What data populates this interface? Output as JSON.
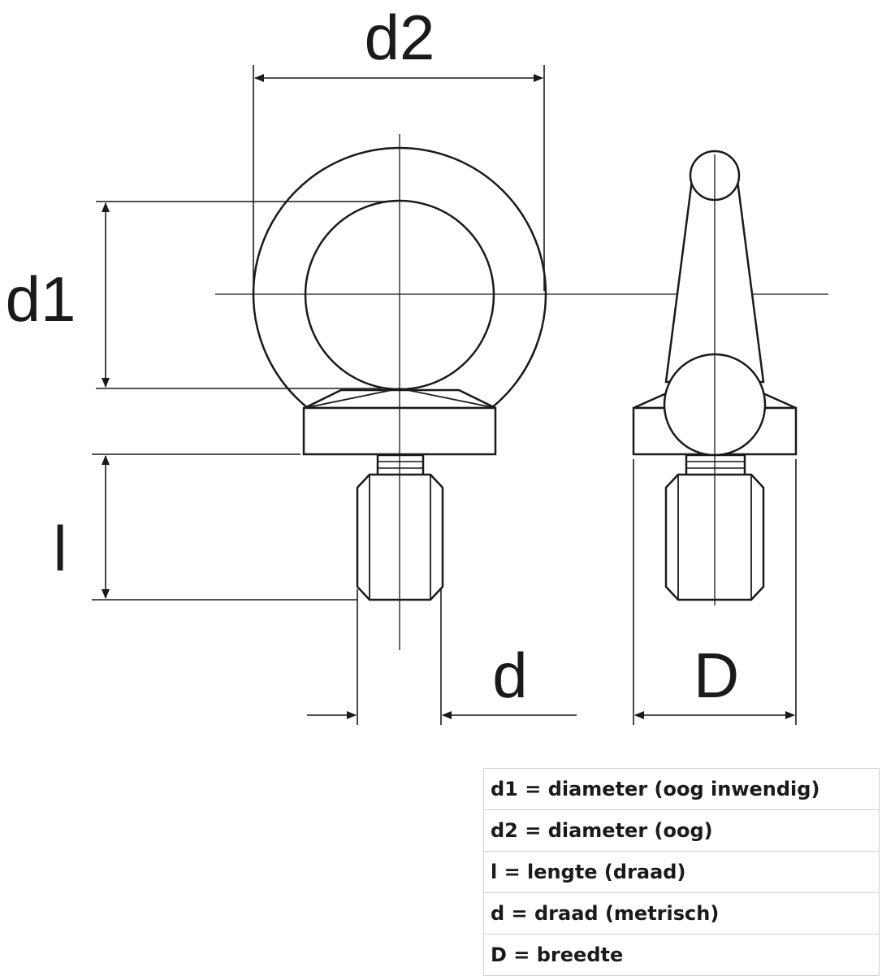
{
  "labels": {
    "d2": "d2",
    "d1": "d1",
    "l": "l",
    "d": "d",
    "D": "D"
  },
  "legend": [
    {
      "text": "d1 = diameter (oog inwendig)"
    },
    {
      "text": "d2 = diameter (oog)"
    },
    {
      "text": "l = lengte (draad)"
    },
    {
      "text": "d = draad (metrisch)"
    },
    {
      "text": "D = breedte"
    }
  ],
  "colors": {
    "line": "#1a1a1a",
    "grid": "#d0d0d0"
  }
}
